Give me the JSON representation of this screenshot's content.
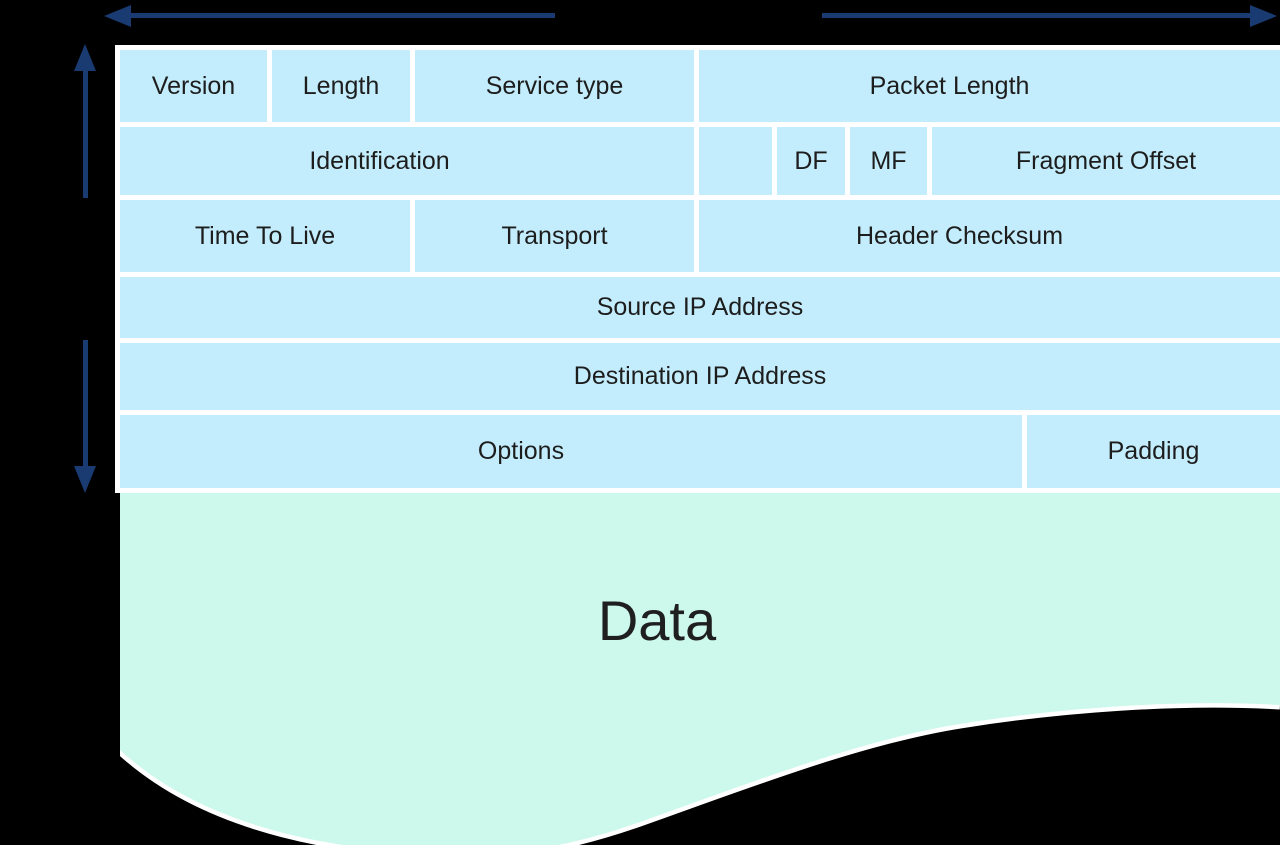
{
  "header_table": {
    "rows": [
      {
        "cells": [
          {
            "label": "Version"
          },
          {
            "label": "Length"
          },
          {
            "label": "Service type"
          },
          {
            "label": "Packet Length"
          }
        ]
      },
      {
        "cells": [
          {
            "label": "Identification"
          },
          {
            "label": ""
          },
          {
            "label": "DF"
          },
          {
            "label": "MF"
          },
          {
            "label": "Fragment Offset"
          }
        ]
      },
      {
        "cells": [
          {
            "label": "Time To Live"
          },
          {
            "label": "Transport"
          },
          {
            "label": "Header Checksum"
          }
        ]
      },
      {
        "cells": [
          {
            "label": "Source IP Address"
          }
        ]
      },
      {
        "cells": [
          {
            "label": "Destination IP Address"
          }
        ]
      },
      {
        "cells": [
          {
            "label": "Options"
          },
          {
            "label": "Padding"
          }
        ]
      }
    ]
  },
  "payload": {
    "label": "Data"
  },
  "icons": {
    "top_left_arrow": "arrow-left",
    "top_right_arrow": "arrow-right",
    "side_top_arrow": "arrow-up",
    "side_bottom_arrow": "arrow-down"
  },
  "colors": {
    "background": "#000000",
    "cell_fill": "#c3edfc",
    "grid_line": "#ffffff",
    "payload_fill": "#ccf9ec",
    "arrow": "#1a3a72",
    "text": "#1d1d1d"
  }
}
